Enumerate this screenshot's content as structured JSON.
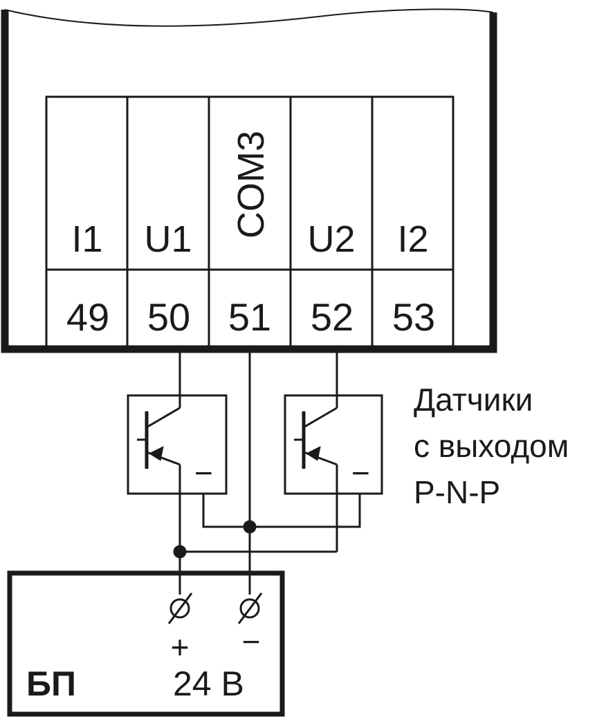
{
  "terminals": [
    {
      "label": "I1",
      "number": "49"
    },
    {
      "label": "U1",
      "number": "50"
    },
    {
      "label": "COM3",
      "number": "51"
    },
    {
      "label": "U2",
      "number": "52"
    },
    {
      "label": "I2",
      "number": "53"
    }
  ],
  "sensors_caption": {
    "line1": "Датчики",
    "line2": "с выходом",
    "line3": "P-N-P"
  },
  "sensor_minus_sign": "−",
  "power_supply": {
    "label": "БП",
    "plus": "+",
    "minus": "−",
    "voltage": "24 В"
  },
  "colors": {
    "line": "#1a1a1a",
    "background": "#ffffff"
  }
}
